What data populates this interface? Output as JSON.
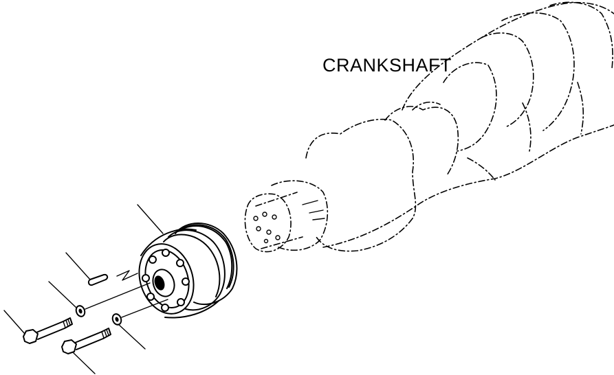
{
  "labels": {
    "crankshaft": "CRANKSHAFT"
  },
  "parts": [
    {
      "id": "crankshaft",
      "icon": "crankshaft-phantom-outline"
    },
    {
      "id": "pulley",
      "icon": "crank-pulley"
    },
    {
      "id": "dowel-pin",
      "icon": "pin"
    },
    {
      "id": "washer-upper",
      "icon": "washer"
    },
    {
      "id": "washer-lower",
      "icon": "washer"
    },
    {
      "id": "bolt-upper",
      "icon": "hex-bolt"
    },
    {
      "id": "bolt-lower",
      "icon": "hex-bolt"
    }
  ],
  "colors": {
    "ink": "#000000",
    "paper": "#ffffff"
  }
}
